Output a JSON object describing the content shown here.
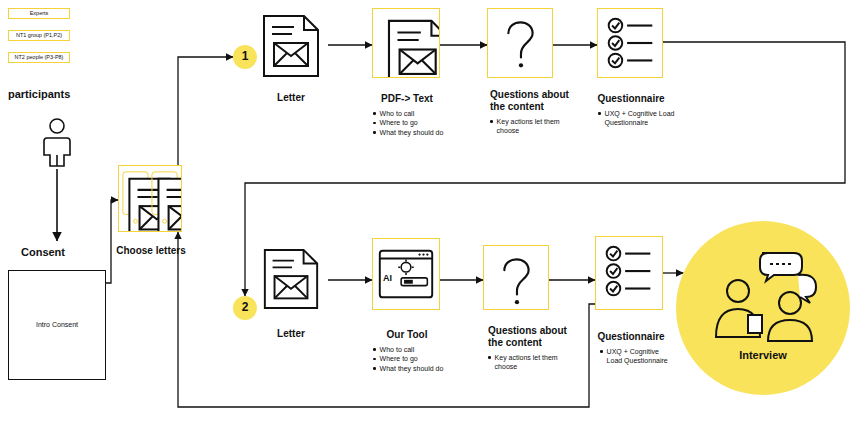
{
  "diagram": {
    "nodes": [
      {
        "text": [
          "Experts"
        ]
      },
      {
        "text": [
          "NT1 group (P1,P2)"
        ]
      },
      {
        "text": [
          "NT2 people (P3-P8)"
        ]
      },
      {
        "text": [
          "Intro Consent"
        ]
      },
      {
        "text": [
          "Choose letters"
        ]
      },
      {
        "text": [
          "1"
        ]
      },
      {
        "text": [
          "Letter"
        ]
      },
      {
        "text": [
          "PDF-> Text",
          "Who to call",
          "Where to go",
          "What they should do"
        ]
      },
      {
        "text": [
          "Questions about the content",
          "Key actions let them choose"
        ]
      },
      {
        "text": [
          "Questionnaire",
          "UXQ + Cognitive Load Questionnaire"
        ]
      },
      {
        "text": [
          "2"
        ]
      },
      {
        "text": [
          "Letter"
        ]
      },
      {
        "text": [
          "Our Tool",
          "Who to call",
          "Where to go",
          "What they should do"
        ]
      },
      {
        "text": [
          "Questions about the content",
          "Key actions let them choose"
        ]
      },
      {
        "text": [
          "Questionnaire",
          "UXQ + Cognitive Load Questionnaire"
        ]
      },
      {
        "text": [
          "Interview"
        ]
      }
    ],
    "edges": [
      {
        "from": 3,
        "to": 4,
        "arrow": "to"
      },
      {
        "from": 4,
        "to": 5,
        "arrow": "to"
      },
      {
        "from": 6,
        "to": 7,
        "arrow": "to"
      },
      {
        "from": 7,
        "to": 8,
        "arrow": "to"
      },
      {
        "from": 8,
        "to": 9,
        "arrow": "to"
      },
      {
        "from": 9,
        "to": 10,
        "arrow": "to"
      },
      {
        "from": 11,
        "to": 12,
        "arrow": "to"
      },
      {
        "from": 12,
        "to": 13,
        "arrow": "to"
      },
      {
        "from": 13,
        "to": 14,
        "arrow": "to"
      },
      {
        "from": 14,
        "to": 15,
        "arrow": "to"
      },
      {
        "from": 14,
        "to": 4,
        "arrow": "to"
      }
    ],
    "labels": [
      "participants",
      "Consent",
      "AI"
    ]
  }
}
